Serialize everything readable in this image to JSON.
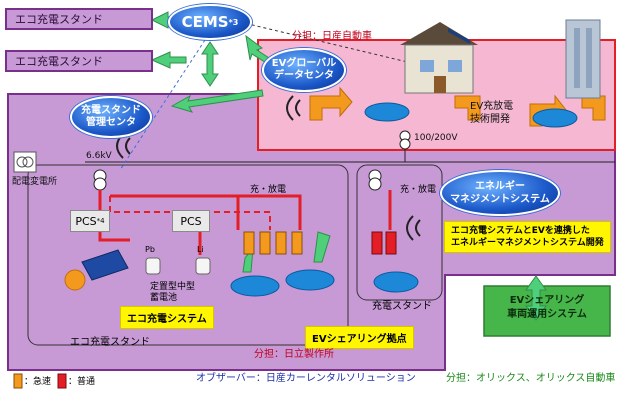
{
  "legend_boxes": {
    "eco_stand_1": "エコ充電スタンド",
    "eco_stand_2": "エコ充電スタンド"
  },
  "nodes": {
    "cems": "CEMS",
    "cems_sup": "*3",
    "ev_global_data_center": "EVグローバル\nデータセンタ",
    "charging_stand_mgmt_center": "充電スタンド\n管理センタ",
    "energy_mgmt_system": "エネルギー\nマネジメントシステム"
  },
  "labels": {
    "nissan_share": "分担：日産自動車",
    "ev_charge_discharge_tech": "EV充放電\n技術開発",
    "voltage_100_200": "100/200V",
    "voltage_6_6kv": "6.6kV",
    "substation": "配電変電所",
    "pcs4": "PCS",
    "pcs4_sup": "*4",
    "pcs": "PCS",
    "battery_label": "定置型中型\n蓄電池",
    "battery_pb": "Pb",
    "battery_li": "Li",
    "eco_charging_system": "エコ充電システム",
    "eco_charging_stand_bottom": "エコ充電スタンド",
    "charge_discharge_left": "充・放電",
    "charge_discharge_right": "充・放電",
    "charging_stand_right": "充電スタンド",
    "ev_sharing_hub": "EVシェアリング拠点",
    "hitachi_share": "分担：日立製作所",
    "energy_mgmt_dev": "エコ充電システムとEVを連携した\nエネルギーマネジメントシステム開発",
    "ev_sharing_vehicle_system": "EVシェアリング\n車両運用システム",
    "orix_share": "分担：オリックス、オリックス自動車",
    "observer": "オブザーバー：日産カーレンタルソリューション",
    "legend_fast": "：急速",
    "legend_normal": "：普通"
  },
  "colors": {
    "purple_bg": "#c79ad6",
    "purple_border": "#7a2f8c",
    "pink_bg": "#f5b7d2",
    "red_border": "#e41e26",
    "green_bg": "#47b64a",
    "green_arrow": "#4fcf7a",
    "yellow_tag": "#fff600",
    "blue_node": "#1b58c9"
  }
}
